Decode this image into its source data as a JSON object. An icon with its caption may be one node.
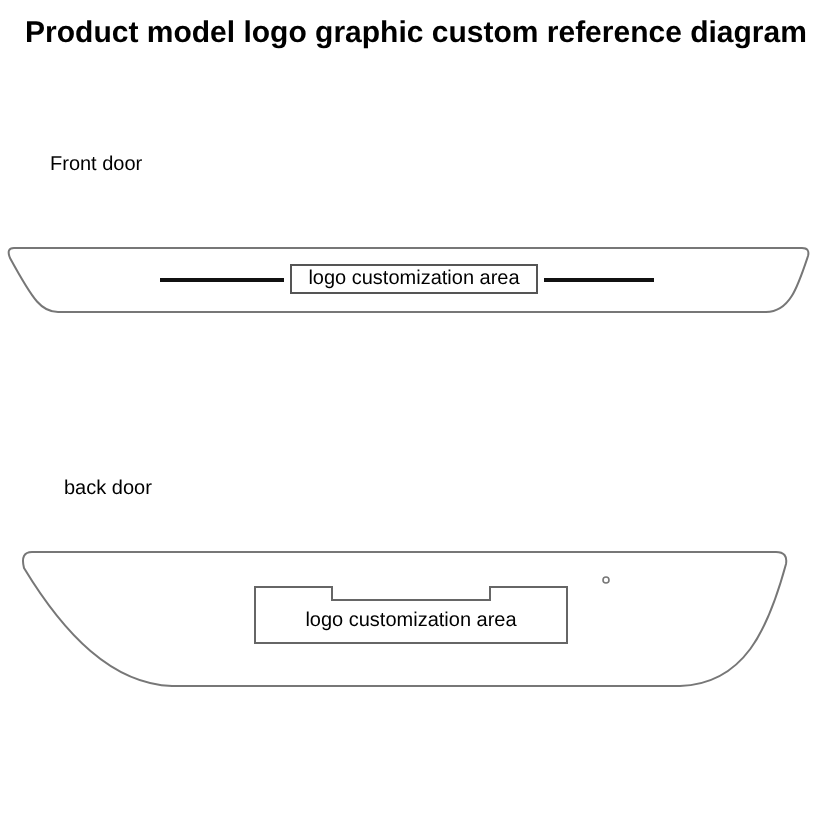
{
  "diagram": {
    "title": "Product model logo graphic custom reference diagram",
    "nodes": [
      {
        "text": [
          "Front door"
        ]
      },
      {
        "text": [
          "logo customization area"
        ],
        "in": 0
      },
      {
        "text": [
          "back door"
        ]
      },
      {
        "text": [
          "logo customization area"
        ],
        "in": 2
      }
    ]
  }
}
